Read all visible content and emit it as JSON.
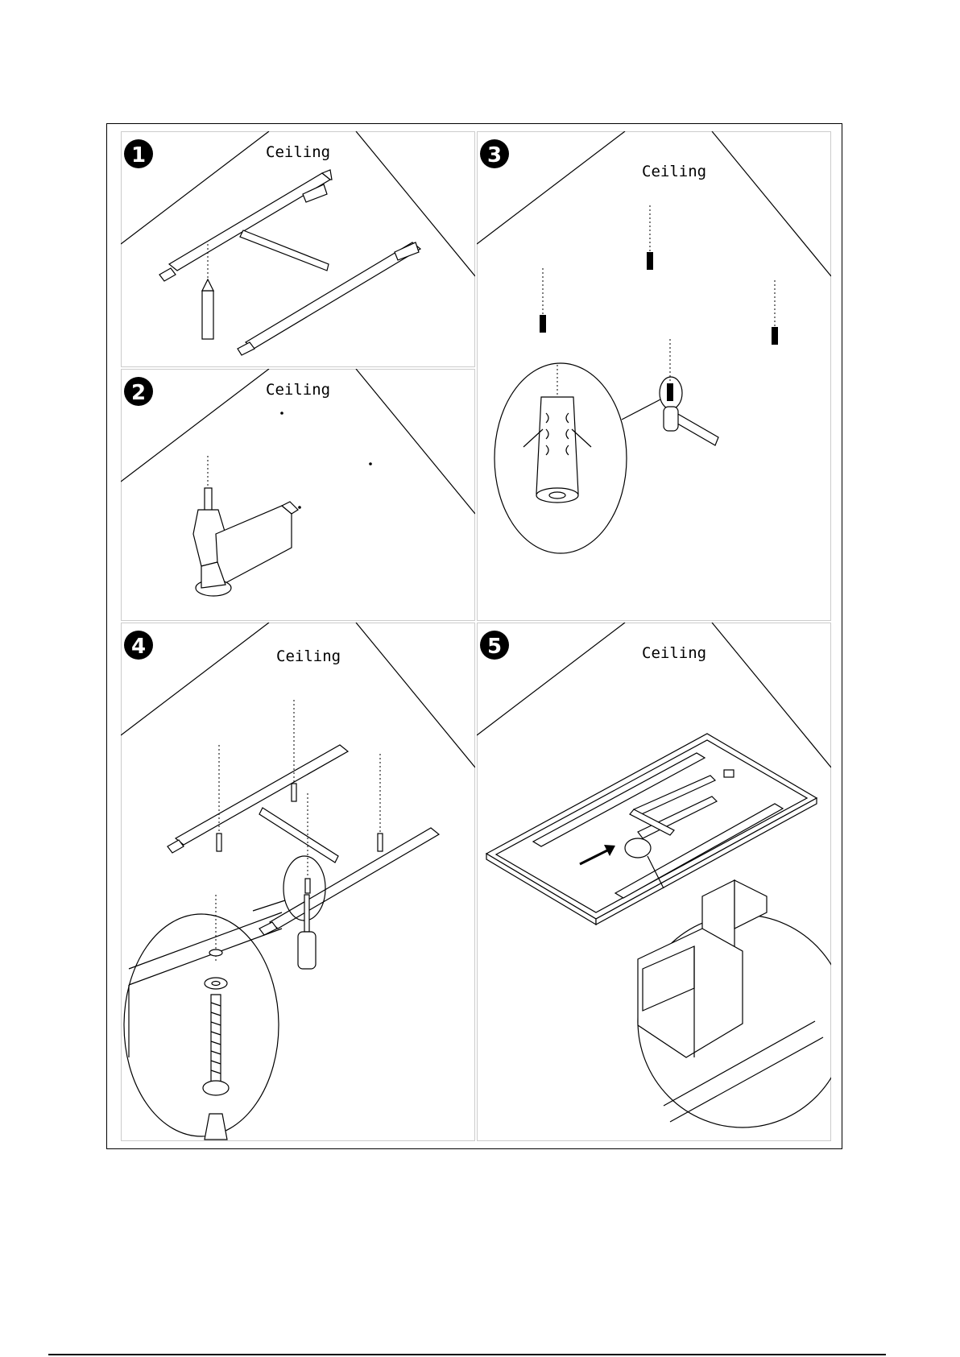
{
  "steps": [
    {
      "number": "1",
      "label": "Ceiling"
    },
    {
      "number": "2",
      "label": "Ceiling"
    },
    {
      "number": "3",
      "label": "Ceiling"
    },
    {
      "number": "4",
      "label": "Ceiling"
    },
    {
      "number": "5",
      "label": "Ceiling"
    }
  ]
}
